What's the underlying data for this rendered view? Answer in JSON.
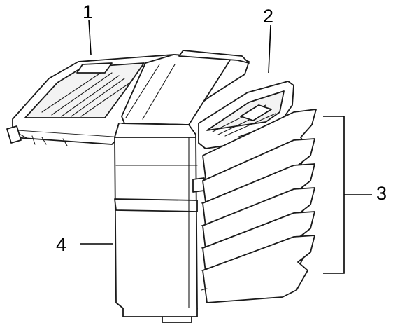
{
  "callouts": {
    "one": "1",
    "two": "2",
    "three": "3",
    "four": "4"
  },
  "colors": {
    "line": "#1a1a1a",
    "fill": "#ffffff"
  }
}
